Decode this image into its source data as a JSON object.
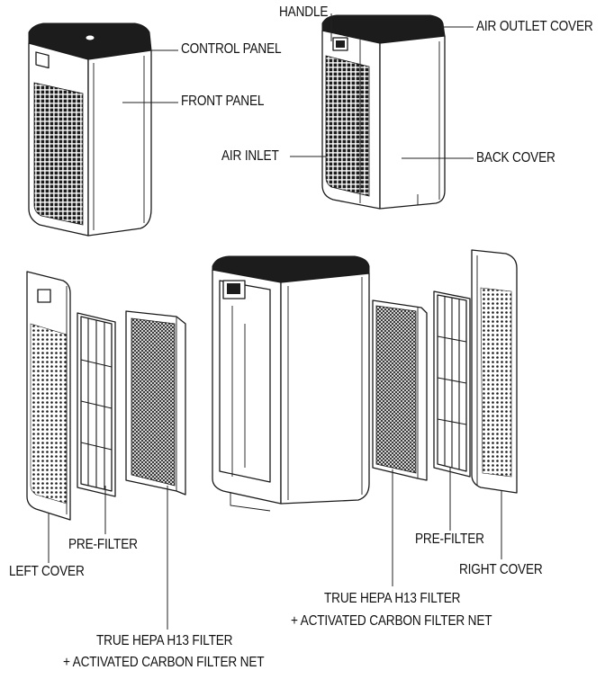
{
  "labels": {
    "handle": "HANDLE",
    "air_outlet_cover": "AIR OUTLET COVER",
    "control_panel": "CONTROL PANEL",
    "front_panel": "FRONT PANEL",
    "air_inlet": "AIR INLET",
    "back_cover": "BACK COVER",
    "pre_filter_left": "PRE-FILTER",
    "left_cover": "LEFT COVER",
    "hepa_left_line1": "TRUE HEPA H13 FILTER",
    "hepa_left_line2": "+ ACTIVATED CARBON FILTER NET",
    "pre_filter_right": "PRE-FILTER",
    "right_cover": "RIGHT COVER",
    "hepa_right_line1": "TRUE HEPA H13 FILTER",
    "hepa_right_line2": "+ ACTIVATED CARBON FILTER NET"
  },
  "colors": {
    "line": "#1a1a1a",
    "fill_dark": "#1c1c1c",
    "background": "#ffffff"
  }
}
